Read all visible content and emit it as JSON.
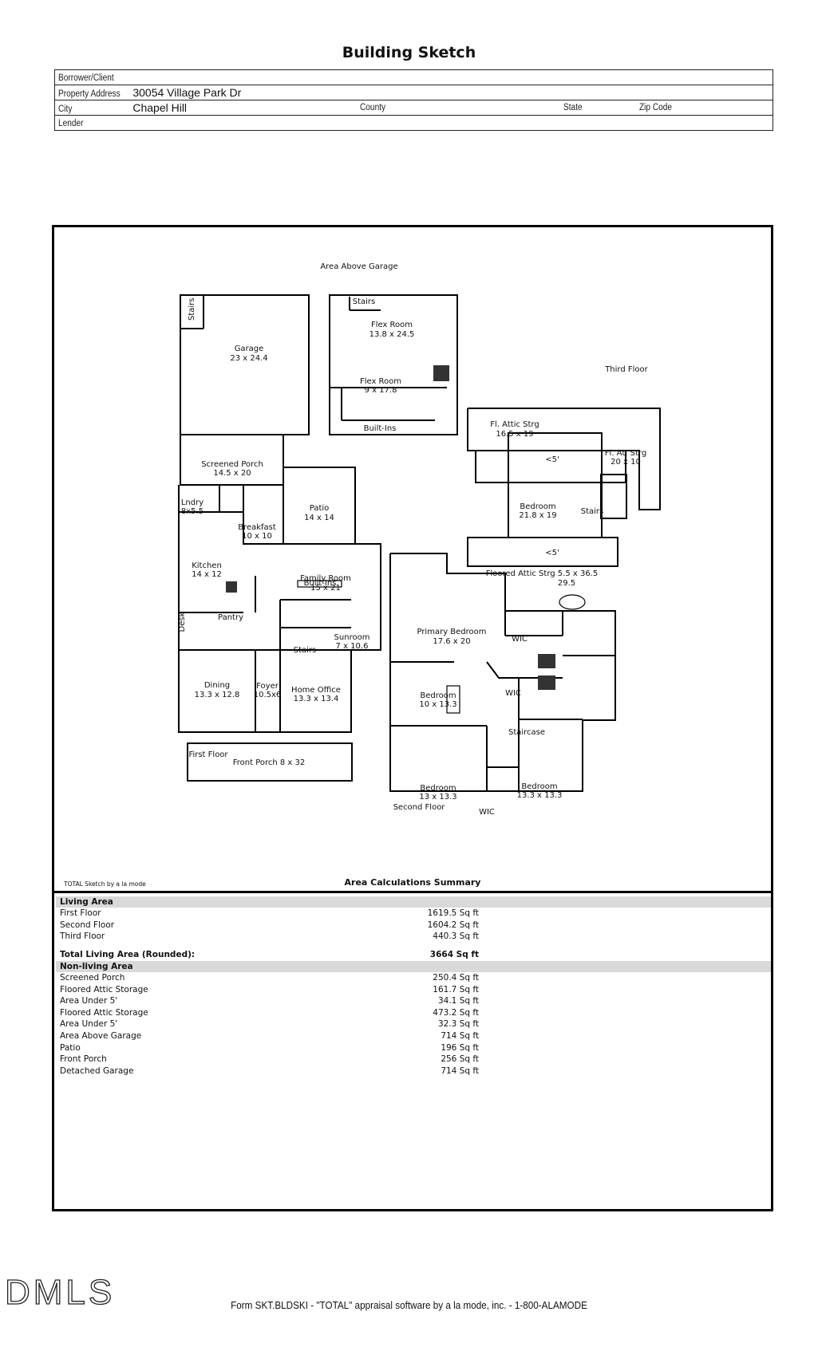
{
  "title": "Building Sketch",
  "header": {
    "borrower_label": "Borrower/Client",
    "property_label": "Property Address",
    "property_value": "30054 Village Park Dr",
    "city_label": "City",
    "city_value": "Chapel Hill",
    "county_label": "County",
    "state_label": "State",
    "zip_label": "Zip Code",
    "lender_label": "Lender"
  },
  "plan": {
    "area_above_garage": "Area Above Garage",
    "third_floor": "Third Floor",
    "first_floor": "First Floor",
    "second_floor": "Second Floor",
    "stairs": "Stairs",
    "garage": "Garage",
    "garage_dim": "23 x 24.4",
    "flex1": "Flex Room",
    "flex1_dim": "13.8 x 24.5",
    "flex2": "Flex Room",
    "flex2_dim": "9 x 17.8",
    "builtins": "Built-Ins",
    "attic1": "Fl. Attic Strg",
    "attic1_dim": "16.5 x 19",
    "attic2": "Fl. At. Strg",
    "attic2_dim": "20 x 10",
    "under5": "<5'",
    "bedroom": "Bedroom",
    "bed3_dim": "21.8 x 19",
    "floored_attic": "Floored Attic Strg 5.5 x 36.5",
    "floored_attic_dim": "29.5",
    "screened": "Screened Porch",
    "screened_dim": "14.5 x 20",
    "patio": "Patio",
    "patio_dim": "14 x 14",
    "lndry": "Lndry",
    "lndry_dim": "8x5.5",
    "breakfast": "Breakfast",
    "breakfast_dim": "10 x 10",
    "kitchen": "Kitchen",
    "kitchen_dim": "14 x 12",
    "family": "Family Room",
    "family_dim": "15 x 21",
    "desk": "Desk",
    "pantry": "Pantry",
    "builtins2": "Built-Ins",
    "sunroom": "Sunroom",
    "sunroom_dim": "7 x 10.6",
    "dining": "Dining",
    "dining_dim": "13.3 x 12.8",
    "foyer": "Foyer",
    "foyer_dim": "10.5x6",
    "office": "Home Office",
    "office_dim": "13.3 x 13.4",
    "front_porch": "Front Porch 8 x 32",
    "primary": "Primary Bedroom",
    "primary_dim": "17.6 x 20",
    "wic": "WIC",
    "bed_a_dim": "10 x 13.3",
    "staircase": "Staircase",
    "bed_b_dim": "13 x 13.3",
    "bed_c_dim": "13.3 x 13.3"
  },
  "calc": {
    "software_note": "TOTAL Sketch by a la mode",
    "heading": "Area Calculations Summary",
    "living_label": "Living Area",
    "living": [
      {
        "name": "First Floor",
        "value": "1619.5 Sq ft"
      },
      {
        "name": "Second Floor",
        "value": "1604.2 Sq ft"
      },
      {
        "name": "Third Floor",
        "value": "440.3 Sq ft"
      }
    ],
    "total_label": "Total Living Area (Rounded):",
    "total_value": "3664 Sq ft",
    "nonliving_label": "Non-living Area",
    "nonliving": [
      {
        "name": "Screened Porch",
        "value": "250.4 Sq ft"
      },
      {
        "name": "Floored Attic Storage",
        "value": "161.7 Sq ft"
      },
      {
        "name": "Area Under 5'",
        "value": "34.1 Sq ft"
      },
      {
        "name": "Floored Attic Storage",
        "value": "473.2 Sq ft"
      },
      {
        "name": "Area Under 5'",
        "value": "32.3 Sq ft"
      },
      {
        "name": "Area Above Garage",
        "value": "714 Sq ft"
      },
      {
        "name": "Patio",
        "value": "196 Sq ft"
      },
      {
        "name": "Front Porch",
        "value": "256 Sq ft"
      },
      {
        "name": "Detached Garage",
        "value": "714 Sq ft"
      }
    ]
  },
  "footer": "Form SKT.BLDSKI - \"TOTAL\" appraisal software by a la mode, inc. - 1-800-ALAMODE",
  "watermark": "DMLS"
}
